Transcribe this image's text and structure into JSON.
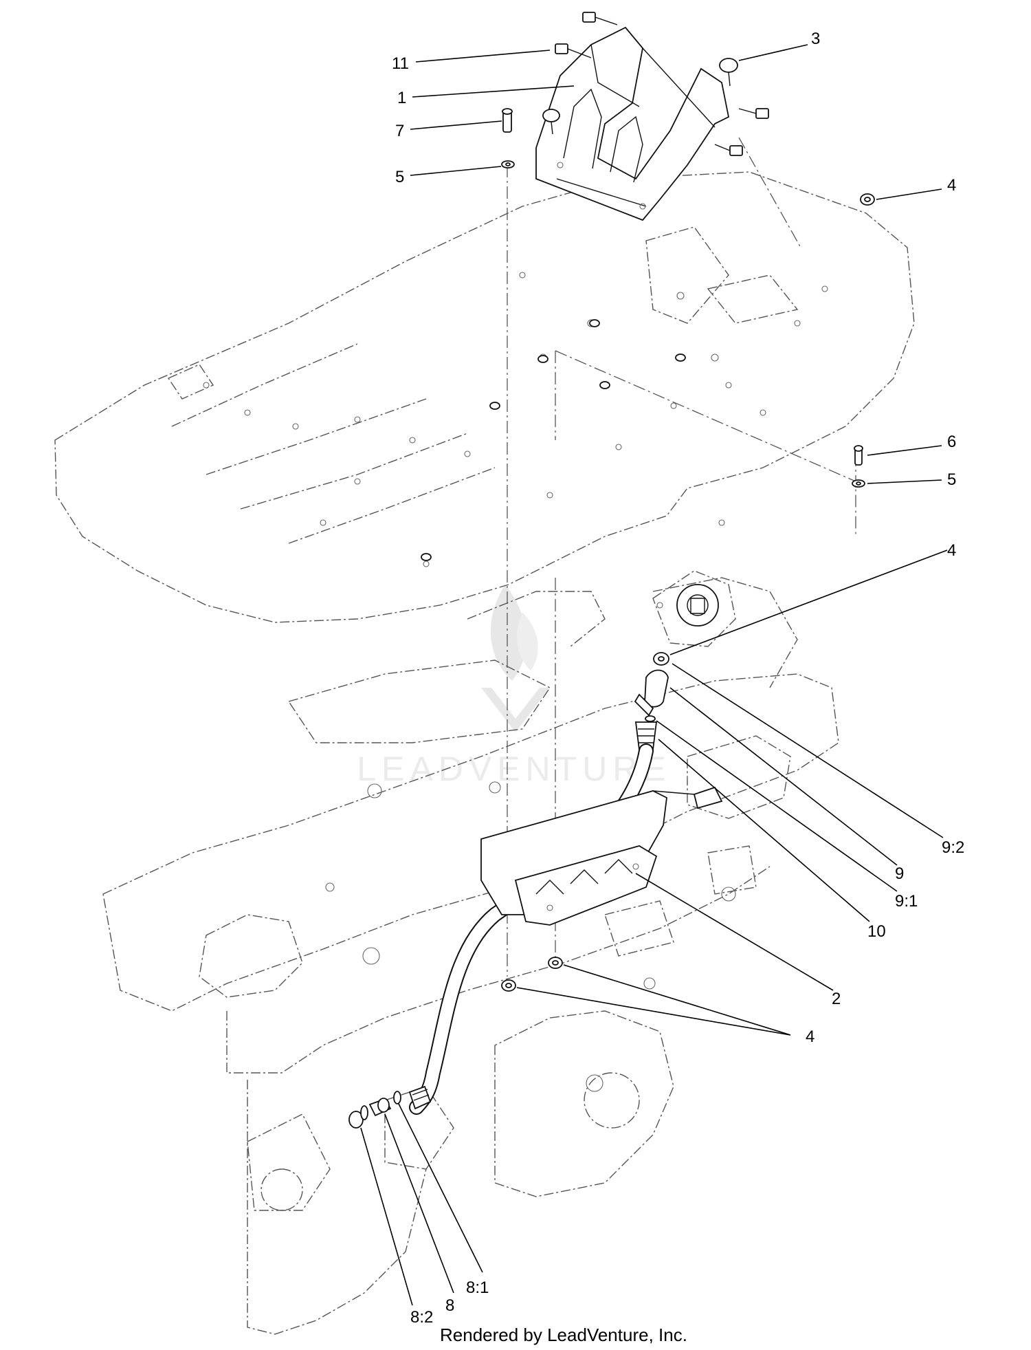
{
  "colors": {
    "line": "#111111",
    "phantom": "#555555",
    "watermark": "#d0d0d0",
    "background": "#ffffff"
  },
  "callouts": {
    "c11": "11",
    "c1": "1",
    "c7": "7",
    "c5a": "5",
    "c3": "3",
    "c4a": "4",
    "c6": "6",
    "c5b": "5",
    "c4b": "4",
    "c9_2": "9:2",
    "c9": "9",
    "c9_1": "9:1",
    "c10": "10",
    "c2": "2",
    "c4c": "4",
    "c8_2": "8:2",
    "c8": "8",
    "c8_1": "8:1"
  },
  "watermark": {
    "text": "LEADVENTURE",
    "icon": "leadventure-flame-logo"
  },
  "footer": {
    "credit": "Rendered by LeadVenture, Inc."
  }
}
